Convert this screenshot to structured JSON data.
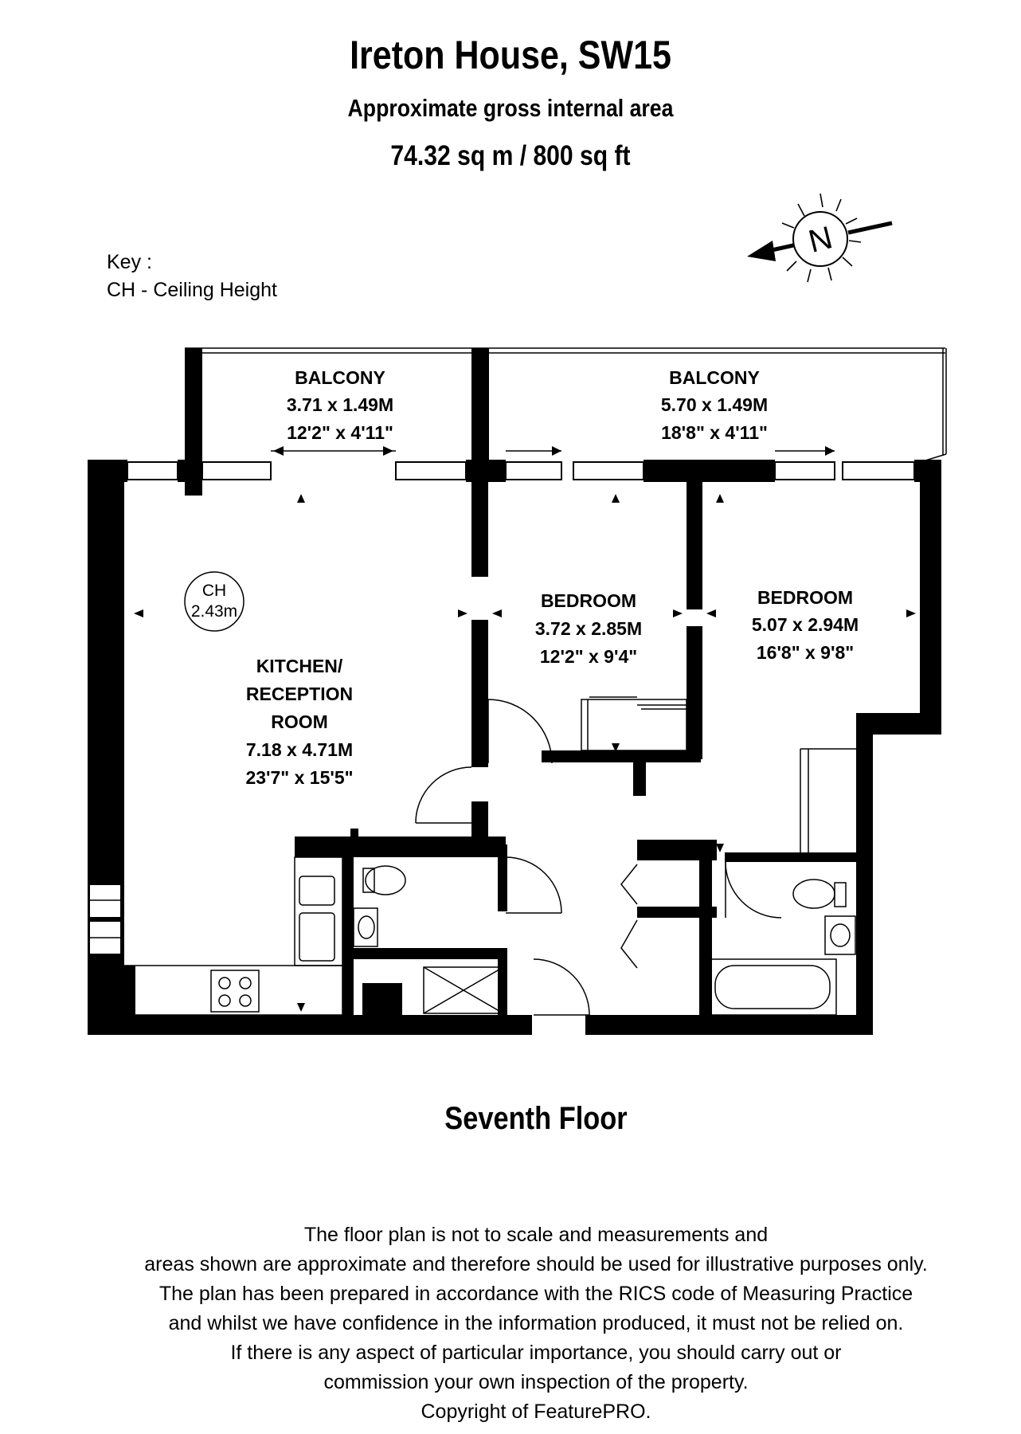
{
  "header": {
    "title": "Ireton House, SW15",
    "subtitle": "Approximate gross internal area",
    "area": "74.32 sq m /  800 sq ft"
  },
  "key": {
    "heading": "Key :",
    "items": [
      "CH - Ceiling Height"
    ]
  },
  "compass": {
    "label": "N"
  },
  "ceiling_marker": {
    "code": "CH",
    "value": "2.43m"
  },
  "rooms": {
    "balcony_left": {
      "name": "BALCONY",
      "metric": "3.71 x 1.49M",
      "imperial": "12'2\" x 4'11\""
    },
    "balcony_right": {
      "name": "BALCONY",
      "metric": "5.70 x 1.49M",
      "imperial": "18'8\" x 4'11\""
    },
    "bedroom_1": {
      "name": "BEDROOM",
      "metric": "3.72 x 2.85M",
      "imperial": "12'2\" x 9'4\""
    },
    "bedroom_2": {
      "name": "BEDROOM",
      "metric": "5.07 x 2.94M",
      "imperial": "16'8\" x 9'8\""
    },
    "kitchen": {
      "name_line1": "KITCHEN/",
      "name_line2": "RECEPTION",
      "name_line3": "ROOM",
      "metric": "7.18 x 4.71M",
      "imperial": "23'7\" x 15'5\""
    }
  },
  "floor_label": "Seventh Floor",
  "disclaimer": [
    "The floor plan is not to scale and measurements and",
    "areas shown are approximate and therefore should be used for illustrative purposes only.",
    "The plan has been prepared in accordance with the RICS code of Measuring Practice",
    "and whilst we have confidence in the information produced, it must not be relied on.",
    "If there is any aspect of particular importance, you should carry out or",
    "commission your own inspection of the property.",
    "Copyright of FeaturePRO."
  ]
}
